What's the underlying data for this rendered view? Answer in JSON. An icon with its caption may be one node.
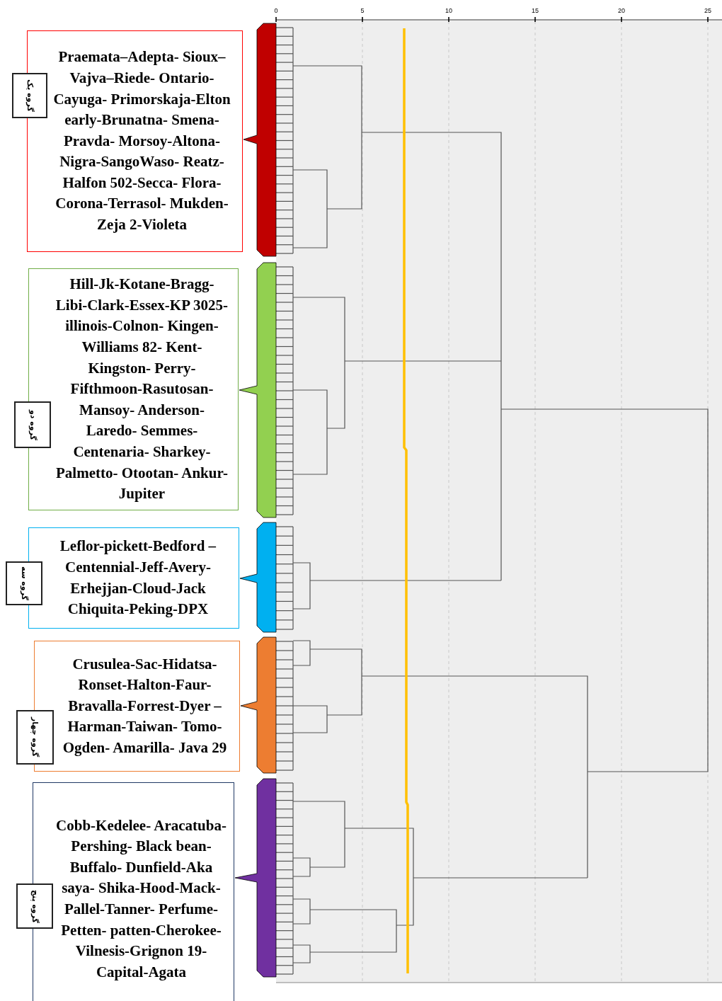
{
  "diagram": {
    "nodes": [
      {
        "text": [
          "Praemata–Adepta- Sioux–Vajva–Riede- Ontario- Cayuga- Primorskaja-Elton early-Brunatna- Smena- Pravda- Morsoy-Altona- Nigra-SangoWaso- Reatz-Halfon 502-Secca- Flora-Corona-Terrasol- Mukden-Zeja 2-Violeta"
        ]
      },
      {
        "text": [
          "گروه یک"
        ]
      },
      {
        "text": [
          "Hill-Jk-Kotane-Bragg- Libi-Clark-Essex-KP 3025-illinois-Colnon- Kingen-Williams 82- Kent-Kingston- Perry- Fifthmoon-Rasutosan- Mansoy- Anderson- Laredo- Semmes- Centenaria- Sharkey- Palmetto- Otootan- Ankur- Jupiter"
        ]
      },
      {
        "text": [
          "گروه دو"
        ]
      },
      {
        "text": [
          "Leflor-pickett-Bedford – Centennial-Jeff-Avery- Erhejjan-Cloud-Jack Chiquita-Peking-DPX"
        ]
      },
      {
        "text": [
          "گروه سه"
        ]
      },
      {
        "text": [
          "Crusulea-Sac-Hidatsa- Ronset-Halton-Faur- Bravalla-Forrest-Dyer –Harman-Taiwan- Tomo-Ogden- Amarilla- Java 29"
        ]
      },
      {
        "text": [
          "گروه چهار"
        ]
      },
      {
        "text": [
          "Cobb-Kedelee- Aracatuba-Pershing- Black bean-Buffalo- Dunfield-Aka saya- Shika-Hood-Mack- Pallel-Tanner- Perfume-Petten- patten-Cherokee- Vilnesis-Grignon 19- Capital-Agata"
        ]
      },
      {
        "text": [
          "گروه پنج"
        ]
      }
    ],
    "labels": [
      "0",
      "5",
      "10",
      "15",
      "20",
      "25"
    ]
  }
}
